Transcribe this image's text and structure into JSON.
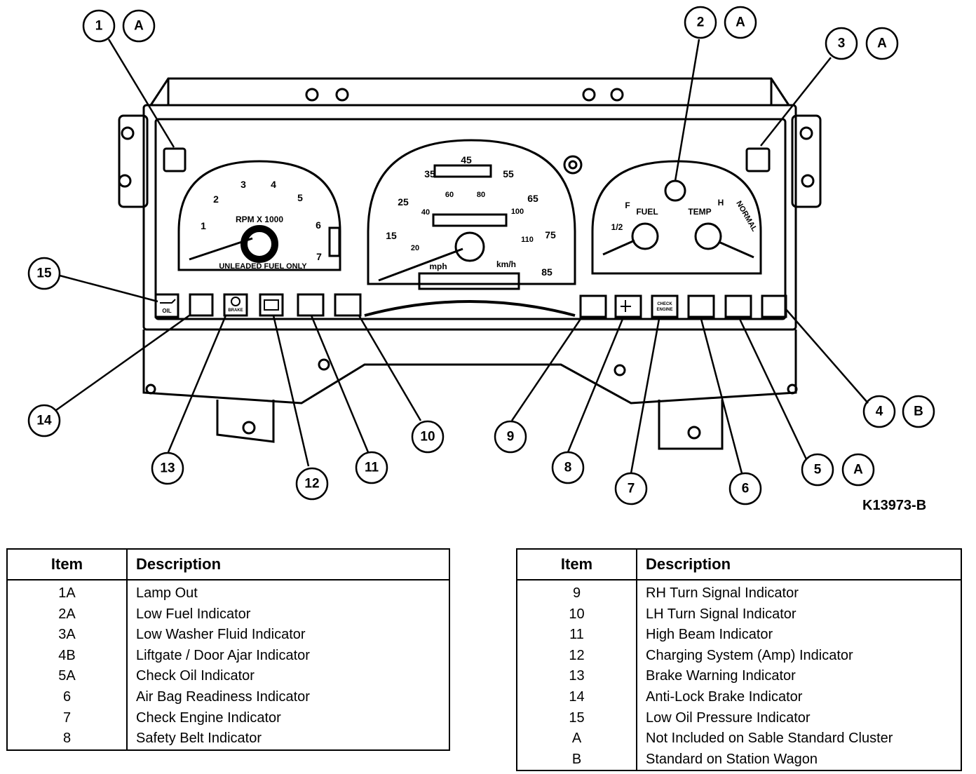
{
  "figure_id": "K13973-B",
  "callouts": {
    "c1": "1",
    "c2": "2",
    "c3": "3",
    "c4": "4",
    "c5": "5",
    "c6": "6",
    "c7": "7",
    "c8": "8",
    "c9": "9",
    "c10": "10",
    "c11": "11",
    "c12": "12",
    "c13": "13",
    "c14": "14",
    "c15": "15",
    "a1": "A",
    "a2": "A",
    "a3": "A",
    "b4": "B",
    "a5": "A"
  },
  "gauges": {
    "tach": {
      "label": "RPM X 1000",
      "fuel_note": "UNLEADED FUEL ONLY",
      "numbers": [
        "1",
        "2",
        "3",
        "4",
        "5",
        "6",
        "7"
      ]
    },
    "speedo": {
      "mph_numbers": [
        "15",
        "25",
        "35",
        "45",
        "55",
        "65",
        "75",
        "85"
      ],
      "kmh_numbers": [
        "20",
        "40",
        "60",
        "80",
        "100",
        "110"
      ],
      "unit_mph": "mph",
      "unit_kmh": "km/h"
    },
    "fuel": {
      "label": "FUEL",
      "full": "F",
      "half": "1/2"
    },
    "temp": {
      "label": "TEMP",
      "hot": "H",
      "normal": "NORMAL"
    },
    "lamp_text": {
      "oil": "OIL",
      "brake": "BRAKE",
      "check_engine_1": "CHECK",
      "check_engine_2": "ENGINE"
    }
  },
  "legend_left": {
    "col_item": "Item",
    "col_desc": "Description",
    "rows": [
      {
        "item": "1A",
        "desc": "Lamp Out"
      },
      {
        "item": "2A",
        "desc": "Low Fuel Indicator"
      },
      {
        "item": "3A",
        "desc": "Low Washer Fluid Indicator"
      },
      {
        "item": "4B",
        "desc": "Liftgate / Door Ajar Indicator"
      },
      {
        "item": "5A",
        "desc": "Check Oil Indicator"
      },
      {
        "item": "6",
        "desc": "Air Bag Readiness Indicator"
      },
      {
        "item": "7",
        "desc": "Check Engine Indicator"
      },
      {
        "item": "8",
        "desc": "Safety Belt Indicator"
      }
    ]
  },
  "legend_right": {
    "col_item": "Item",
    "col_desc": "Description",
    "rows": [
      {
        "item": "9",
        "desc": "RH Turn Signal Indicator"
      },
      {
        "item": "10",
        "desc": "LH Turn Signal Indicator"
      },
      {
        "item": "11",
        "desc": "High Beam Indicator"
      },
      {
        "item": "12",
        "desc": "Charging System (Amp) Indicator"
      },
      {
        "item": "13",
        "desc": "Brake Warning Indicator"
      },
      {
        "item": "14",
        "desc": "Anti-Lock Brake Indicator"
      },
      {
        "item": "15",
        "desc": "Low Oil Pressure Indicator"
      },
      {
        "item": "A",
        "desc": "Not Included on Sable Standard Cluster"
      },
      {
        "item": "B",
        "desc": "Standard on Station Wagon"
      }
    ]
  }
}
